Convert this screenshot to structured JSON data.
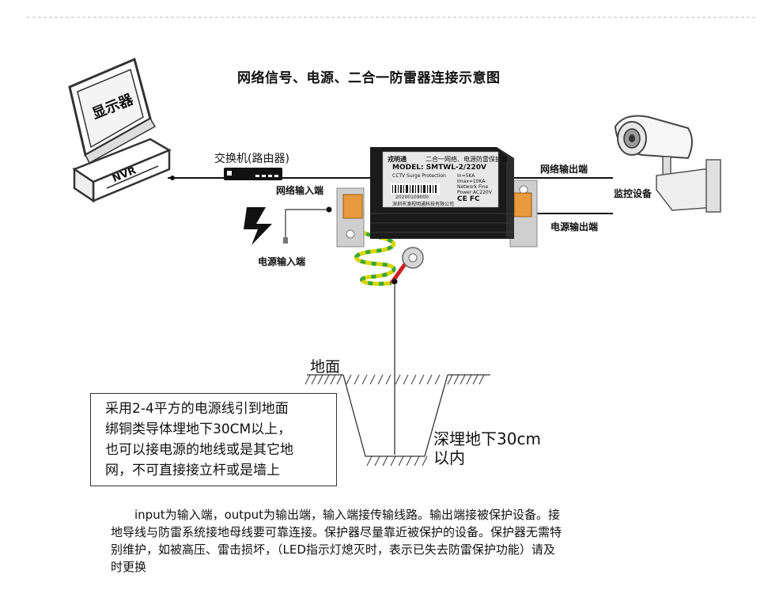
{
  "title": "网络信号、电源、二合一防雷器连接示意图",
  "labels": {
    "monitor": "显示器",
    "nvr": "NVR",
    "switch": "交换机(路由器)",
    "net_in": "网络输入端",
    "power_in": "电源输入端",
    "net_out": "网络输出端",
    "camera": "监控设备",
    "power_out": "电源输出端",
    "ground": "地面",
    "deep": "深埋地下30cm以内"
  },
  "device": {
    "brand": "戎明通",
    "name": "二合一网络、电源防雷保护器",
    "model": "MODEL: SMTWL-2/220V",
    "type": "CCTV Surge Protection",
    "in_rating": "In=5KA",
    "imax": "Imax=10KA",
    "network": "Network Fine",
    "power": "Power:AC220V",
    "barcode_num": "20200109000",
    "company": "深圳市澳视明通科技有限公司",
    "marks": "CE FC"
  },
  "note_lines": [
    "采用2-4平方的电源线引到地面",
    "绑铜类导体埋地下30CM以上，",
    "也可以接电源的地线或是其它地",
    "网，不可直接接立杆或是墙上"
  ],
  "description_lines": [
    "　　input为输入端，output为输出端，输入端接传输线路。输出端接被保护设备。接",
    "地导线与防雷系统接地母线要可靠连接。保护器尽量靠近被保护的设备。保护器无需特",
    "别维护，如被高压、雷击损坏，（LED指示灯熄灭时，表示已失去防雷保护功能）请及",
    "时更换"
  ],
  "colors": {
    "device_body": "#1a1a1a",
    "device_label": "#e8e8e8",
    "terminal": "#e89a3c",
    "ground_wire_yellow": "#d8d400",
    "ground_wire_green": "#3aa63a",
    "lightning": "#111111"
  }
}
